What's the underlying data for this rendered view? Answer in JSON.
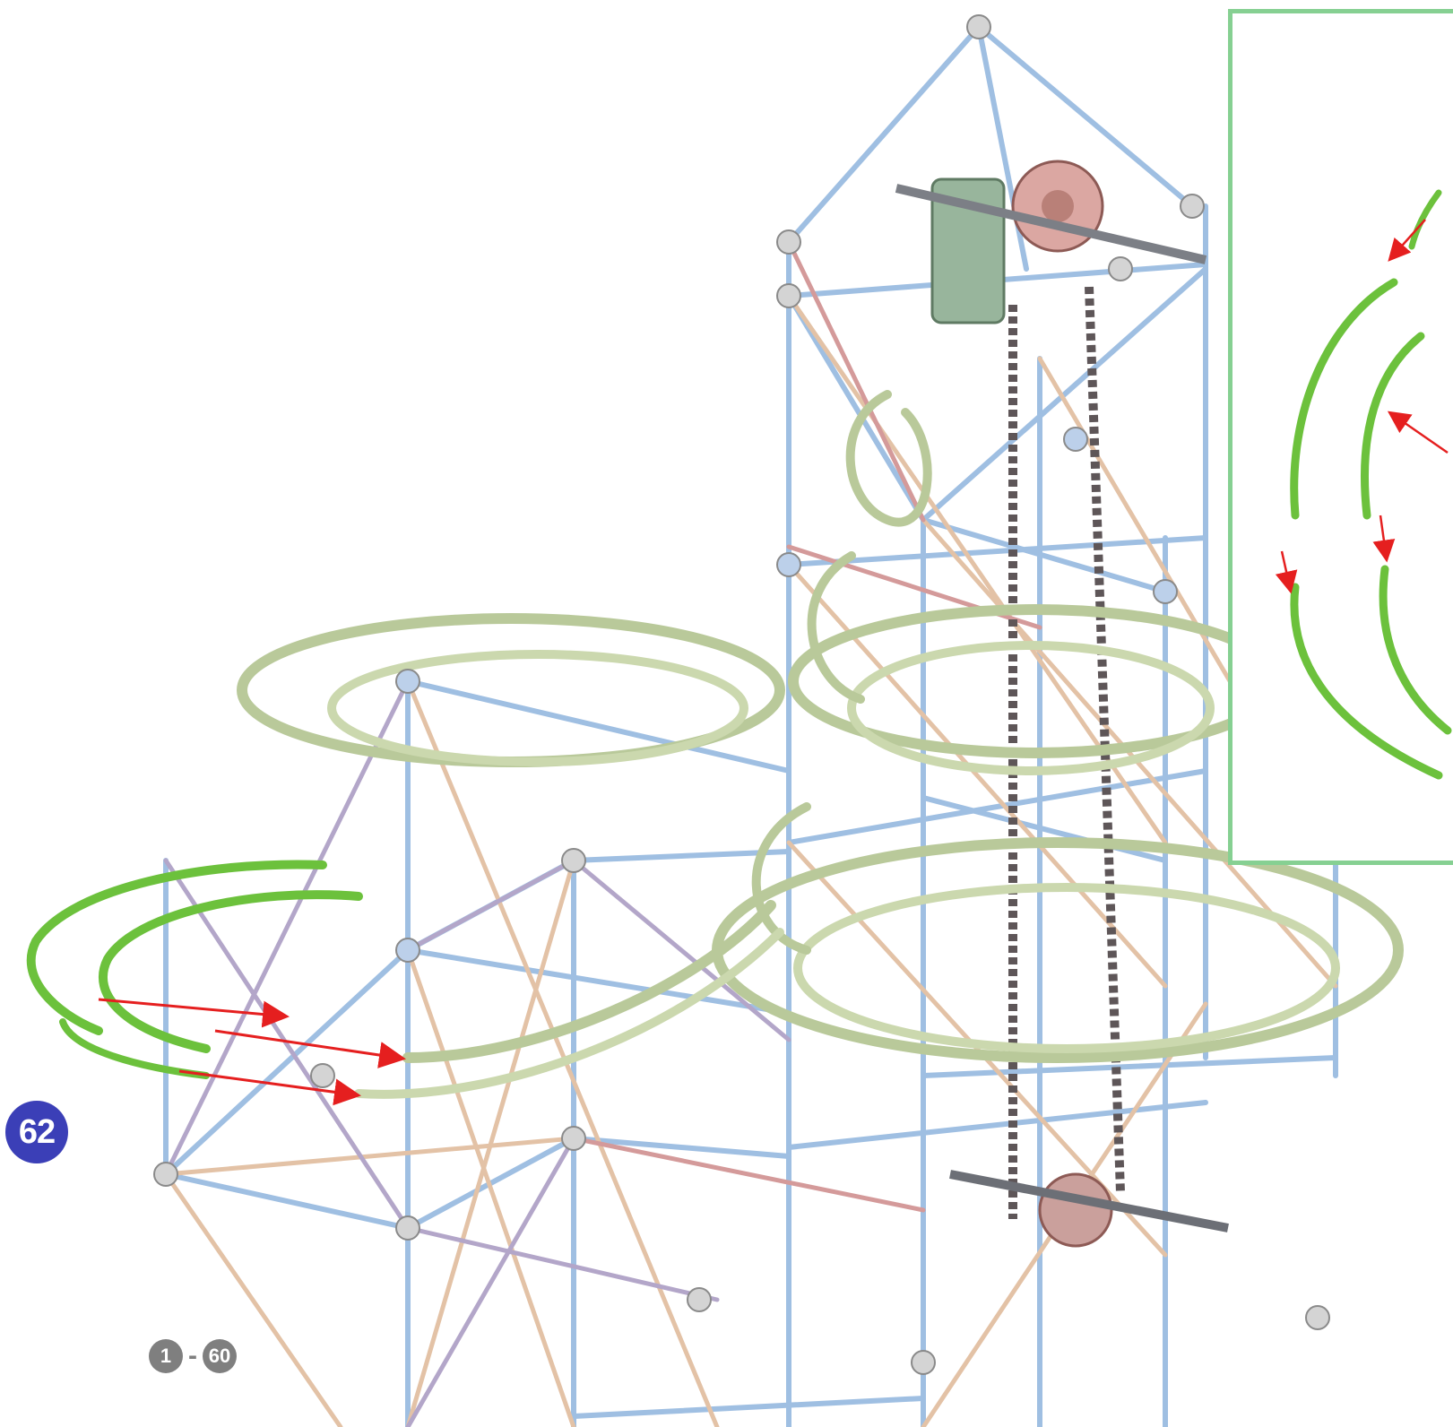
{
  "step": {
    "number": "62"
  },
  "range": {
    "start": "1",
    "separator": "-",
    "end": "60"
  },
  "colors": {
    "rod_blue": "#9fbfe2",
    "rod_tan": "#e3c2a6",
    "rod_purple": "#b3a6c9",
    "rod_pink": "#d49a9a",
    "track_existing": "#cbd8ae",
    "track_new": "#6cc13c",
    "arrow": "#e51f1f",
    "badge": "#3b3fb7",
    "inset_border": "#86d092"
  },
  "icons": {
    "connector": "connector-hub-icon",
    "arrow": "placement-arrow-icon"
  }
}
